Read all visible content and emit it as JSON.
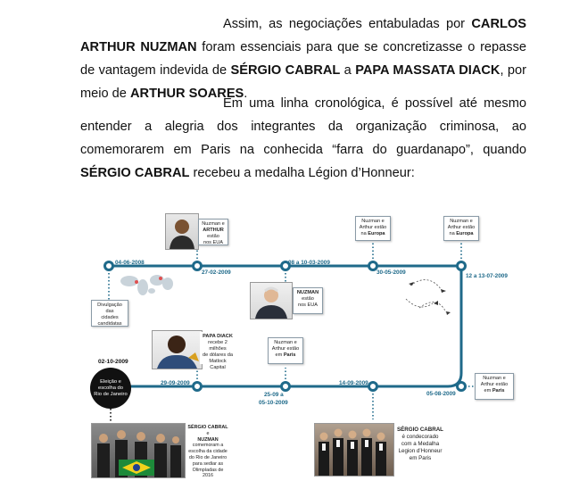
{
  "paragraph1": {
    "t1": "Assim, as negociações entabuladas por ",
    "b1": "CARLOS ARTHUR NUZMAN",
    "t2": " foram essenciais para que se concretizasse o repasse de vantagem indevida de ",
    "b2": "SÉRGIO CABRAL",
    "t3": " a ",
    "b3": "PAPA MASSATA DIACK",
    "t4": ", por meio de ",
    "b4": "ARTHUR SOARES",
    "t5": "."
  },
  "paragraph2": {
    "t1": "Em uma linha cronológica, é possível até mesmo entender a alegria dos integrantes da organização criminosa, ao comemorarem em Paris na conhecida “farra do guardanapo”, quando ",
    "b1": "SÉRGIO CABRAL",
    "t2": " recebeu a medalha Légion d’Honneur:"
  },
  "timeline": {
    "colors": {
      "line": "#1f6a8a",
      "dot": "#1f6a8a"
    },
    "dates": {
      "d1": "04-06-2008",
      "d2": "27-02-2009",
      "d3": "08 a 10-03-2009",
      "d4": "30-05-2009",
      "d5": "12 a 13-07-2009",
      "d6": "29-09-2009",
      "d7a": "25-09 a",
      "d7b": "05-10-2009",
      "d8": "14-09-2009",
      "d9": "05-08-2009",
      "d10": "02-10-2009"
    },
    "boxes": {
      "nuzman_arthur_eua": {
        "l1": "Nuzman e",
        "l2b": "ARTHUR",
        "l2": " estão",
        "l3": "nos EUA"
      },
      "divulgacao": {
        "l1": "Divulgação das",
        "l2": "cidades",
        "l3": "candidatas"
      },
      "nuzman_eua": {
        "b": "NUZMAN",
        "l1": " estão",
        "l2": "nos EUA"
      },
      "europa1": {
        "l1": "Nuzman e",
        "l2": "Arthur estão",
        "l3": "na ",
        "l3b": "Europa"
      },
      "europa2": {
        "l1": "Nuzman e",
        "l2": "Arthur estão",
        "l3": "na ",
        "l3b": "Europa"
      },
      "papa_diack": {
        "b": "PAPA DIACK",
        "l1": "recebe 2 milhões",
        "l2": "de dólares da",
        "l3": "Matlock Capital"
      },
      "paris1": {
        "l1": "Nuzman e",
        "l2": "Arthur estão",
        "l3": "em ",
        "l3b": "Paris"
      },
      "paris2": {
        "l1": "Nuzman e",
        "l2": "Arthur estão",
        "l3": "em ",
        "l3b": "Paris"
      },
      "eleicao": {
        "l1": "Eleição e",
        "l2": "escolha do",
        "l3": "Rio de Janeiro"
      },
      "cabral_nuzman": {
        "b1": "SÉRGIO CABRAL",
        "t1": " e",
        "b2": "NUZMAN",
        "l1": "comemoram a",
        "l2": "escolha da cidade",
        "l3": "do Rio de Janeiro",
        "l4": "para sediar as",
        "l5": "Olimpíadas de 2016"
      },
      "cabral_medalha": {
        "b": "SÉRGIO CABRAL",
        "l1": "é condecorado",
        "l2": "com a Medalha",
        "l3": "Legion d’Honneur",
        "l4": "em Paris"
      }
    }
  }
}
